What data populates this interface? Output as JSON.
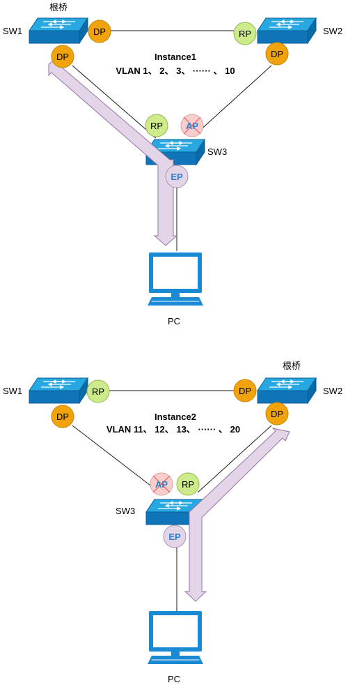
{
  "colors": {
    "switch_top": "#27a8e0",
    "switch_front": "#1074b8",
    "switch_edge": "#0b5f99",
    "pc_blue": "#1a8ad4",
    "dp_fill": "#f0a30a",
    "dp_stroke": "#c88300",
    "rp_fill": "#cdeb8b",
    "rp_stroke": "#8fb54a",
    "ap_fill": "#f8cecc",
    "ap_stroke": "#d9a0a0",
    "ap_cross": "#e06060",
    "ep_fill": "#e1d5e7",
    "ep_stroke": "#a590b4",
    "arrow_fill": "#e1d5e7",
    "arrow_stroke": "#9673a6"
  },
  "diagrams": [
    {
      "instance": "Instance1",
      "vlan": "VLAN 1、 2、 3、 ······ 、 10",
      "root_label": "根桥",
      "sw1": "SW1",
      "sw2": "SW2",
      "sw3": "SW3",
      "pc": "PC",
      "ports": {
        "sw1_right": "DP",
        "sw1_bottom": "DP",
        "sw2_left": "RP",
        "sw2_bottom": "DP",
        "sw3_left": "RP",
        "sw3_right": "AP",
        "sw3_bottom": "EP"
      }
    },
    {
      "instance": "Instance2",
      "vlan": "VLAN 11、 12、 13、 ······ 、 20",
      "root_label": "根桥",
      "sw1": "SW1",
      "sw2": "SW2",
      "sw3": "SW3",
      "pc": "PC",
      "ports": {
        "sw1_right": "RP",
        "sw1_bottom": "DP",
        "sw2_left": "DP",
        "sw2_bottom": "DP",
        "sw3_left": "AP",
        "sw3_right": "RP",
        "sw3_bottom": "EP"
      }
    }
  ]
}
